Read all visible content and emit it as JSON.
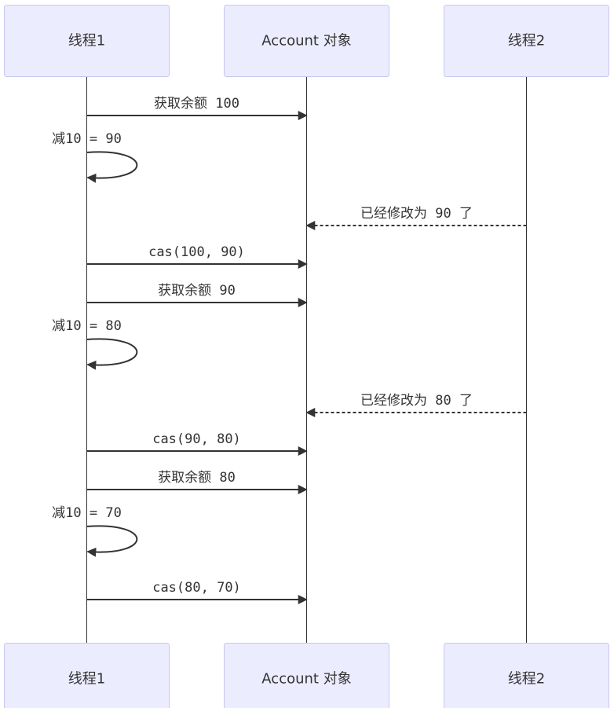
{
  "diagram": {
    "type": "sequence",
    "participants": [
      {
        "id": "t1",
        "label": "线程1"
      },
      {
        "id": "acc",
        "label": "Account 对象"
      },
      {
        "id": "t2",
        "label": "线程2"
      }
    ],
    "messages": [
      {
        "from": "t1",
        "to": "acc",
        "text": "获取余额 100",
        "style": "solid"
      },
      {
        "from": "t1",
        "to": "t1",
        "text": "减10 = 90",
        "style": "self"
      },
      {
        "from": "t2",
        "to": "acc",
        "text": "已经修改为 90 了",
        "style": "dashed"
      },
      {
        "from": "t1",
        "to": "acc",
        "text": "cas(100, 90)",
        "style": "solid"
      },
      {
        "from": "t1",
        "to": "acc",
        "text": "获取余额 90",
        "style": "solid"
      },
      {
        "from": "t1",
        "to": "t1",
        "text": "减10 = 80",
        "style": "self"
      },
      {
        "from": "t2",
        "to": "acc",
        "text": "已经修改为 80 了",
        "style": "dashed"
      },
      {
        "from": "t1",
        "to": "acc",
        "text": "cas(90, 80)",
        "style": "solid"
      },
      {
        "from": "t1",
        "to": "acc",
        "text": "获取余额 80",
        "style": "solid"
      },
      {
        "from": "t1",
        "to": "t1",
        "text": "减10 = 70",
        "style": "self"
      },
      {
        "from": "t1",
        "to": "acc",
        "text": "cas(80, 70)",
        "style": "solid"
      }
    ]
  },
  "colors": {
    "actor_fill": "#ececff",
    "actor_stroke": "#c7c7f0",
    "line": "#333333",
    "text": "#333333"
  }
}
